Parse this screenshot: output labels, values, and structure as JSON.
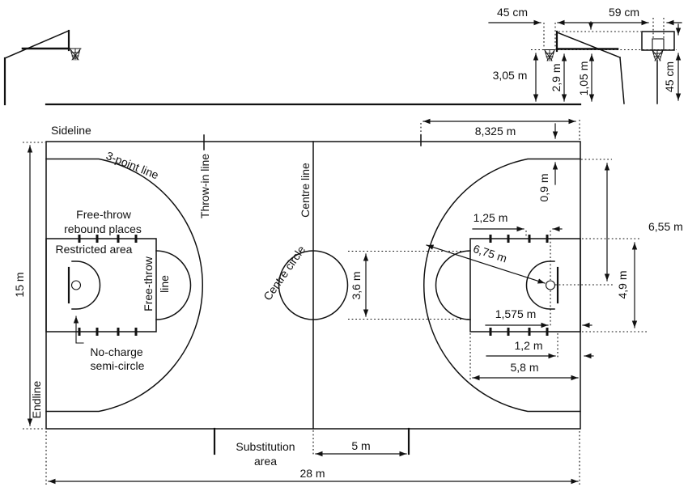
{
  "labels": {
    "sideline": "Sideline",
    "three_point_line": "3-point line",
    "throw_in_line": "Throw-in line",
    "centre_line": "Centre line",
    "centre_circle": "Centre circle",
    "free_throw_rebound_1": "Free-throw",
    "free_throw_rebound_2": "rebound places",
    "restricted_area": "Restricted area",
    "free_throw_line_1": "Free-throw",
    "free_throw_line_2": "line",
    "no_charge_1": "No-charge",
    "no_charge_2": "semi-circle",
    "endline": "Endline",
    "substitution_1": "Substitution",
    "substitution_2": "area"
  },
  "dimensions": {
    "court_length": "28 m",
    "court_width": "15 m",
    "substitution_zone": "5 m",
    "throw_in_line_distance": "8,325 m",
    "three_point_sideline_offset": "0,9 m",
    "three_point_top_to_basket": "6,55 m",
    "no_charge_radius": "1,25 m",
    "three_point_radius": "6,75 m",
    "centre_circle_diameter": "3,6 m",
    "key_width": "4,9 m",
    "basket_from_endline": "1,575 m",
    "backboard_from_endline": "1,2 m",
    "key_length": "5,8 m"
  },
  "backboard": {
    "ring_diameter": "45 cm",
    "inner_square_width": "59 cm",
    "ring_height": "3,05 m",
    "backboard_bottom_height": "2,9 m",
    "backboard_height": "1,05 m",
    "inner_square_height": "45 cm"
  }
}
